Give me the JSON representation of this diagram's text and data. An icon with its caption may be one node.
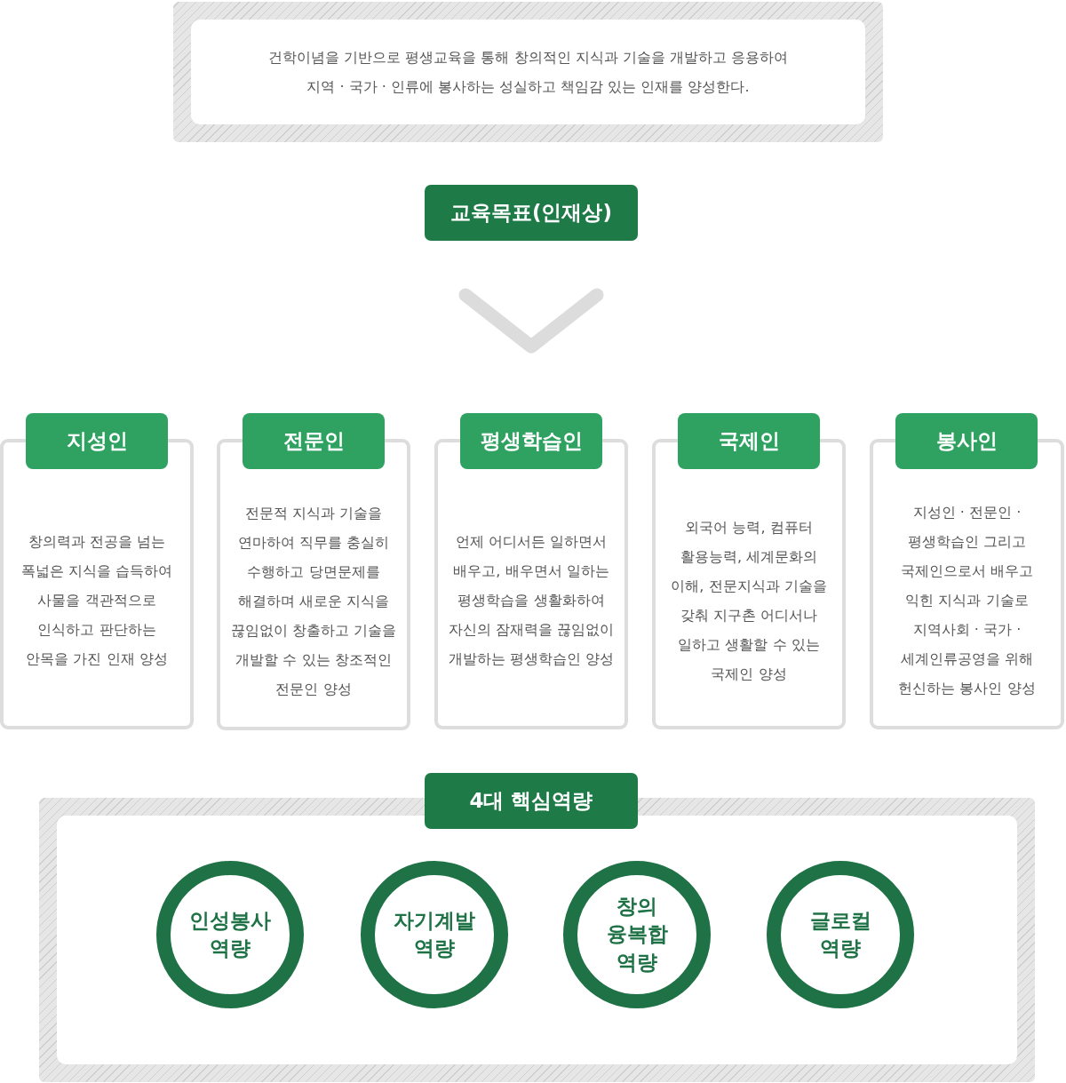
{
  "diagram": {
    "nodes": [
      {
        "text": [
          "건학이념을 기반으로 평생교육을 통해 창의적인 지식과 기술을 개발하고 응용하여 지역 · 국가 · 인류에 봉사하는 성실하고 책임감 있는 인재를 양성한다."
        ]
      },
      {
        "text": [
          "교육목표(인재상)"
        ]
      },
      {
        "text": [
          "지성인",
          "창의력과 전공을 넘는 폭넓은 지식을 습득하여 사물을 객관적으로 인식하고 판단하는 안목을 가진 인재 양성"
        ]
      },
      {
        "text": [
          "전문인",
          "전문적 지식과 기술을 연마하여 직무를 충실히 수행하고 당면문제를 해결하며 새로운 지식을 끊임없이 창출하고 기술을 개발할 수 있는 창조적인 전문인 양성"
        ]
      },
      {
        "text": [
          "평생학습인",
          "언제 어디서든 일하면서 배우고, 배우면서 일하는 평생학습을 생활화하여 자신의 잠재력을 끊임없이 개발하는 평생학습인 양성"
        ]
      },
      {
        "text": [
          "국제인",
          "외국어 능력, 컴퓨터 활용능력, 세계문화의 이해, 전문지식과 기술을 갖춰 지구촌 어디서나 일하고 생활할 수 있는 국제인 양성"
        ]
      },
      {
        "text": [
          "봉사인",
          "지성인 · 전문인 · 평생학습인 그리고 국제인으로서 배우고 익힌 지식과 기술로 지역사회 · 국가 · 세계인류공영을 위해 헌신하는 봉사인 양성"
        ]
      },
      {
        "text": [
          "4대 핵심역량"
        ]
      },
      {
        "text": [],
        "shape": "box"
      },
      {
        "text": [
          "인성봉사 역량"
        ],
        "in": 8
      },
      {
        "text": [
          "자기계발 역량"
        ],
        "in": 8
      },
      {
        "text": [
          "창의 융복합 역량"
        ],
        "in": 8
      },
      {
        "text": [
          "글로컬 역량"
        ],
        "in": 8
      }
    ]
  }
}
